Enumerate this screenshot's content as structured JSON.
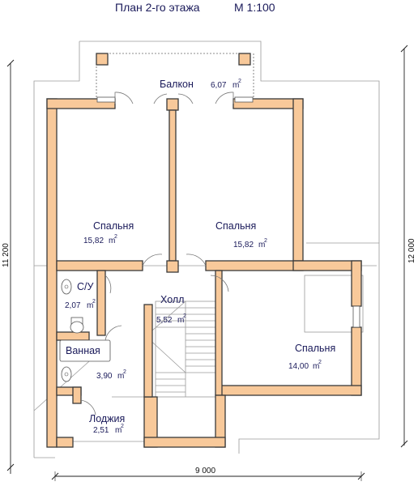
{
  "title": "План 2-го этажа",
  "scale": "М 1:100",
  "rooms": [
    {
      "name": "Балкон",
      "area": "6,07"
    },
    {
      "name": "Спальня",
      "area": "15,82"
    },
    {
      "name": "Спальня",
      "area": "15,82"
    },
    {
      "name": "С/У",
      "area": "2,07"
    },
    {
      "name": "Холл",
      "area": "5,52"
    },
    {
      "name": "Ванная",
      "area": "3,90"
    },
    {
      "name": "Спальня",
      "area": "14,00"
    },
    {
      "name": "Лоджия",
      "area": "2,51"
    }
  ],
  "area_unit": "m",
  "area_unit_exp": "2",
  "dimensions": {
    "width": "9 000",
    "height_left": "11 200",
    "height_right": "12 000"
  }
}
